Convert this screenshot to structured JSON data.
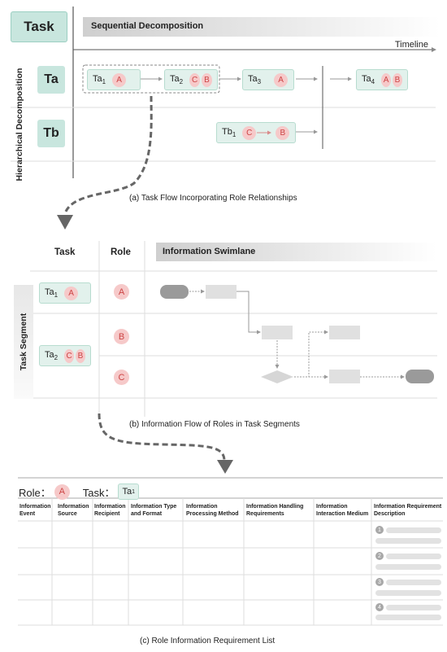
{
  "top": {
    "task_label": "Task",
    "sequential": "Sequential Decomposition",
    "timeline": "Timeline",
    "hierarchical": "Hierarchical Decomposition",
    "rows": [
      "Ta",
      "Tb"
    ],
    "ta1": {
      "label": "Ta",
      "sub": "1",
      "roles": [
        "A"
      ]
    },
    "ta2": {
      "label": "Ta",
      "sub": "2",
      "roles": [
        "C",
        "B"
      ]
    },
    "ta3": {
      "label": "Ta",
      "sub": "3",
      "roles": [
        "A"
      ]
    },
    "ta4": {
      "label": "Ta",
      "sub": "4",
      "roles": [
        "A",
        "B"
      ]
    },
    "tb1": {
      "label": "Tb",
      "sub": "1",
      "roles": [
        "C",
        "B"
      ]
    },
    "caption": "(a)  Task Flow Incorporating Role Relationships"
  },
  "middle": {
    "col_task": "Task",
    "col_role": "Role",
    "swimlane": "Information Swimlane",
    "segment": "Task Segment",
    "ta1": {
      "label": "Ta",
      "sub": "1",
      "roles": [
        "A"
      ]
    },
    "ta2": {
      "label": "Ta",
      "sub": "2",
      "roles": [
        "C",
        "B"
      ]
    },
    "roles": [
      "A",
      "B",
      "C"
    ],
    "caption": "(b)  Information Flow of Roles in Task Segments"
  },
  "bottom": {
    "role_label": "Role：",
    "role_value": "A",
    "task_label": "Task：",
    "task_value": {
      "label": "Ta",
      "sub": "1"
    },
    "columns": [
      "Information Event",
      "Information Source",
      "Information Recipient",
      "Information Type and Format",
      "Information Processing Method",
      "Information Handling Requirements",
      "Information Interaction Medium",
      "Information Requirement Description"
    ],
    "numbers": [
      "1",
      "2",
      "3",
      "4"
    ],
    "caption": "(c)  Role Information Requirement List"
  },
  "colors": {
    "teal": "#c8e6de",
    "role_pink": "#f6c9c9",
    "role_text": "#c44444",
    "gray": "#a8a8a8"
  }
}
